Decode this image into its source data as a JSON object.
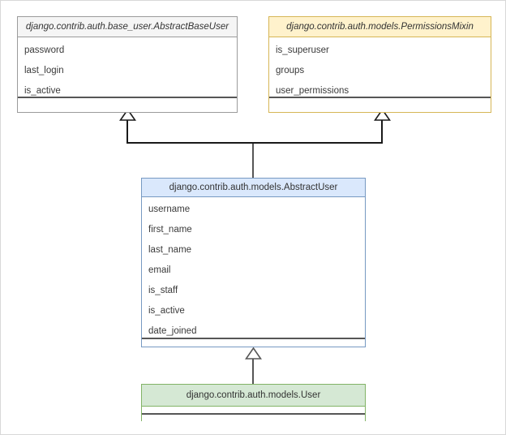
{
  "diagram": {
    "type": "uml-class-inheritance",
    "title_note": "Django auth user model class hierarchy",
    "classes": [
      {
        "id": "abstractbaseuser",
        "name": "django.contrib.auth.base_user.AbstractBaseUser",
        "abstract": true,
        "header_color": "#f5f5f5",
        "border_color": "#9b9b9b",
        "attributes": [
          "password",
          "last_login",
          "is_active"
        ],
        "methods": []
      },
      {
        "id": "permissionsmixin",
        "name": "django.contrib.auth.models.PermissionsMixin",
        "abstract": true,
        "header_color": "#fff2cc",
        "border_color": "#d6b656",
        "attributes": [
          "is_superuser",
          "groups",
          "user_permissions"
        ],
        "methods": []
      },
      {
        "id": "abstractuser",
        "name": "django.contrib.auth.models.AbstractUser",
        "abstract": false,
        "header_color": "#dae8fc",
        "border_color": "#7799c2",
        "attributes": [
          "username",
          "first_name",
          "last_name",
          "email",
          "is_staff",
          "is_active",
          "date_joined"
        ],
        "methods": []
      },
      {
        "id": "user",
        "name": "django.contrib.auth.models.User",
        "abstract": false,
        "header_color": "#d5e8d4",
        "border_color": "#82b366",
        "attributes": [],
        "methods": []
      }
    ],
    "relations": [
      {
        "from": "abstractuser",
        "to": "abstractbaseuser",
        "kind": "generalization"
      },
      {
        "from": "abstractuser",
        "to": "permissionsmixin",
        "kind": "generalization"
      },
      {
        "from": "user",
        "to": "abstractuser",
        "kind": "generalization"
      }
    ],
    "connector_color": "#565656",
    "line_color": "#1a1a1a"
  }
}
